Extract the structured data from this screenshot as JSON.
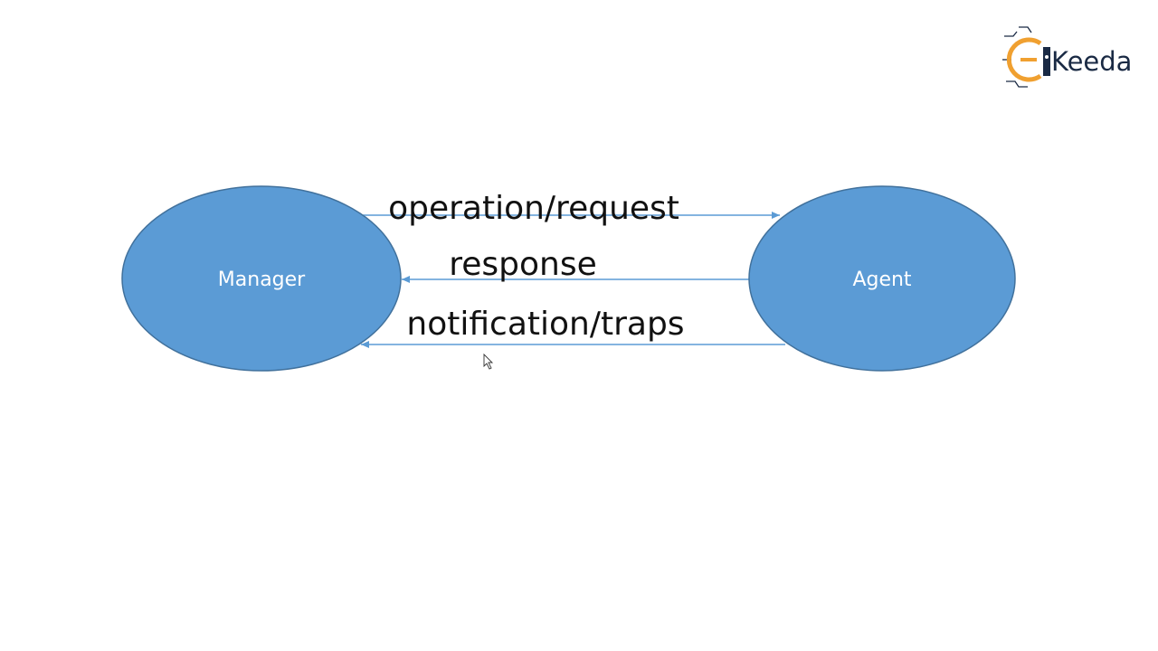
{
  "diagram": {
    "nodes": {
      "manager": {
        "label": "Manager"
      },
      "agent": {
        "label": "Agent"
      }
    },
    "edges": {
      "operation_request": {
        "label": "operation/request"
      },
      "response": {
        "label": "response"
      },
      "notification_traps": {
        "label": "notification/traps"
      }
    }
  },
  "logo": {
    "text": "Keeda",
    "brand": "EKeeda"
  },
  "colors": {
    "node_fill": "#5b9bd5",
    "node_stroke": "#41719c",
    "arrow": "#5b9bd5",
    "logo_accent": "#f0a030",
    "logo_dark": "#1a2a44"
  }
}
